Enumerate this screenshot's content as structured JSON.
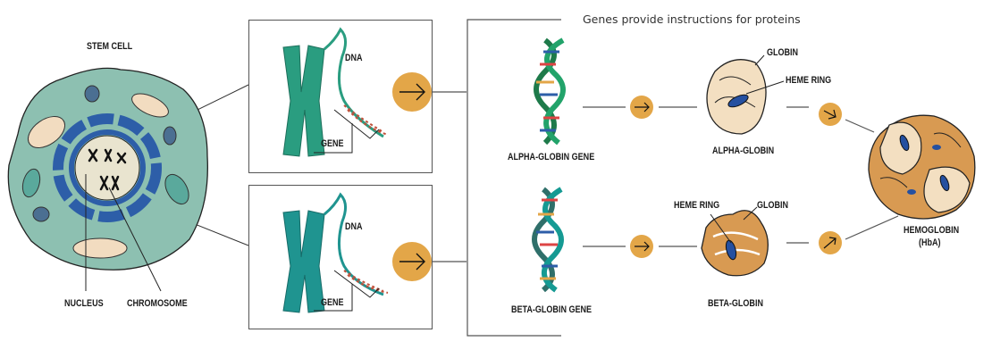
{
  "diagram": {
    "title": "Genes provide instructions for proteins",
    "stem_cell": {
      "label": "STEM CELL",
      "nucleus_label": "NUCLEUS",
      "chromosome_label": "CHROMOSOME",
      "colors": {
        "cytoplasm": "#8dc0b1",
        "nucleus": "#e9e4cf",
        "er": "#2d5ea8",
        "mitochondria": "#5aa99c",
        "golgi": "#f2dcc0",
        "vesicle": "#4b6f92"
      }
    },
    "chromosome_panels": [
      {
        "dna_label": "DNA",
        "gene_label": "GENE",
        "chromosome_color": "#2a9d80"
      },
      {
        "dna_label": "DNA",
        "gene_label": "GENE",
        "chromosome_color": "#1f9490"
      }
    ],
    "genes": [
      {
        "label": "ALPHA-GLOBIN GENE",
        "helix_color": "#22a36a"
      },
      {
        "label": "BETA-GLOBIN GENE",
        "helix_color": "#159a93"
      }
    ],
    "proteins": [
      {
        "label": "ALPHA-GLOBIN",
        "globin_label": "GLOBIN",
        "heme_label": "HEME RING",
        "color": "#f3dfc1"
      },
      {
        "label": "BETA-GLOBIN",
        "globin_label": "GLOBIN",
        "heme_label": "HEME RING",
        "color": "#d89a52"
      }
    ],
    "result": {
      "label_line1": "HEMOGLOBIN",
      "label_line2": "(HbA)"
    },
    "arrow_icon": "right-arrow-icon",
    "colors": {
      "arrow_circle": "#e3a648",
      "heme": "#2550a0",
      "line": "#555555"
    }
  }
}
